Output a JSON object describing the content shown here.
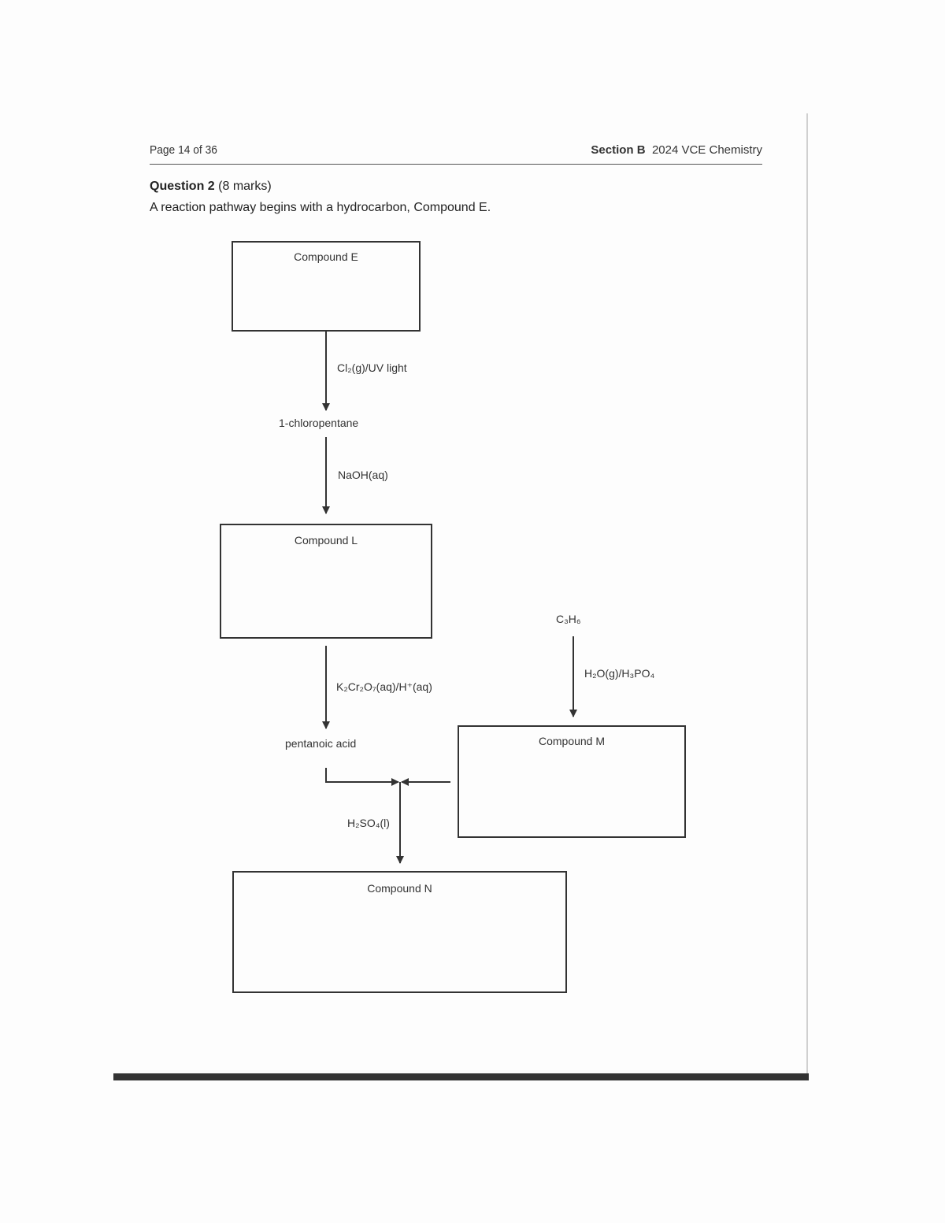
{
  "header": {
    "page_number": "Page 14 of 36",
    "section": "Section B",
    "exam": "2024 VCE Chemistry"
  },
  "question": {
    "title": "Question 2",
    "marks": "(8 marks)",
    "intro": "A reaction pathway begins with a hydrocarbon, Compound E."
  },
  "diagram": {
    "compound_e": "Compound E",
    "compound_l": "Compound L",
    "compound_m": "Compound M",
    "compound_n": "Compound N",
    "intermediate_1": "1-chloropentane",
    "intermediate_2": "pentanoic acid",
    "reagent_1": "Cl₂(g)/UV light",
    "reagent_2": "NaOH(aq)",
    "reagent_3": "K₂Cr₂O₇(aq)/H⁺(aq)",
    "reagent_4": "H₂O(g)/H₃PO₄",
    "reagent_5": "H₂SO₄(l)",
    "propene": "C₃H₆"
  }
}
